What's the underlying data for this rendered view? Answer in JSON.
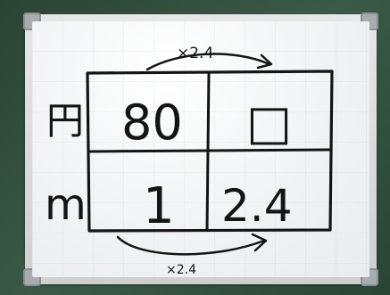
{
  "whiteboard": {
    "top_label": "×2.4",
    "bottom_label": "×2.4",
    "row_labels": [
      "円",
      "m"
    ],
    "cells": {
      "r1c1": "80",
      "r1c2": "□",
      "r2c1": "1",
      "r2c2": "2.4"
    }
  }
}
